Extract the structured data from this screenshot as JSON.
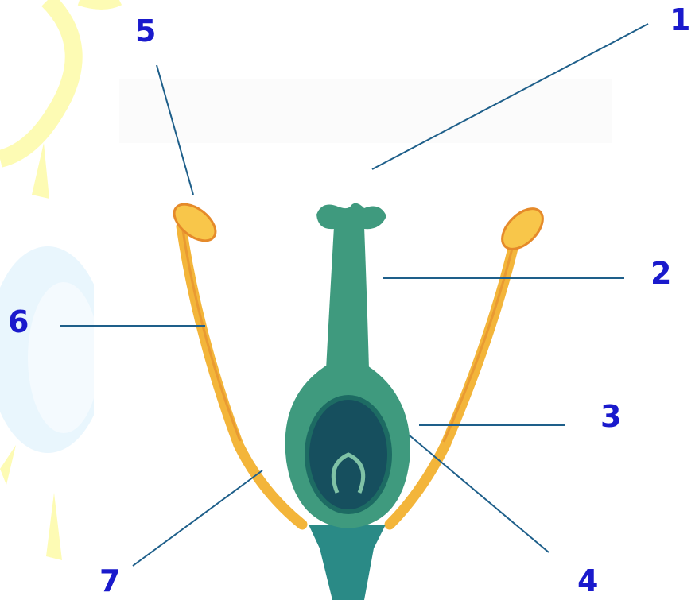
{
  "colors": {
    "label": "#1a1acc",
    "leader_line": "#1e5f8a",
    "pistil": "#3f9a7e",
    "pistil_dark": "#1d6b63",
    "ovary_core": "#164f5e",
    "stamen_filament": "#f3b53a",
    "anther": "#f8c64a",
    "decor_yellow": "#fdfbb4",
    "decor_blue": "#e3f4fc"
  },
  "labels": [
    "1",
    "2",
    "3",
    "4",
    "5",
    "6",
    "7"
  ]
}
